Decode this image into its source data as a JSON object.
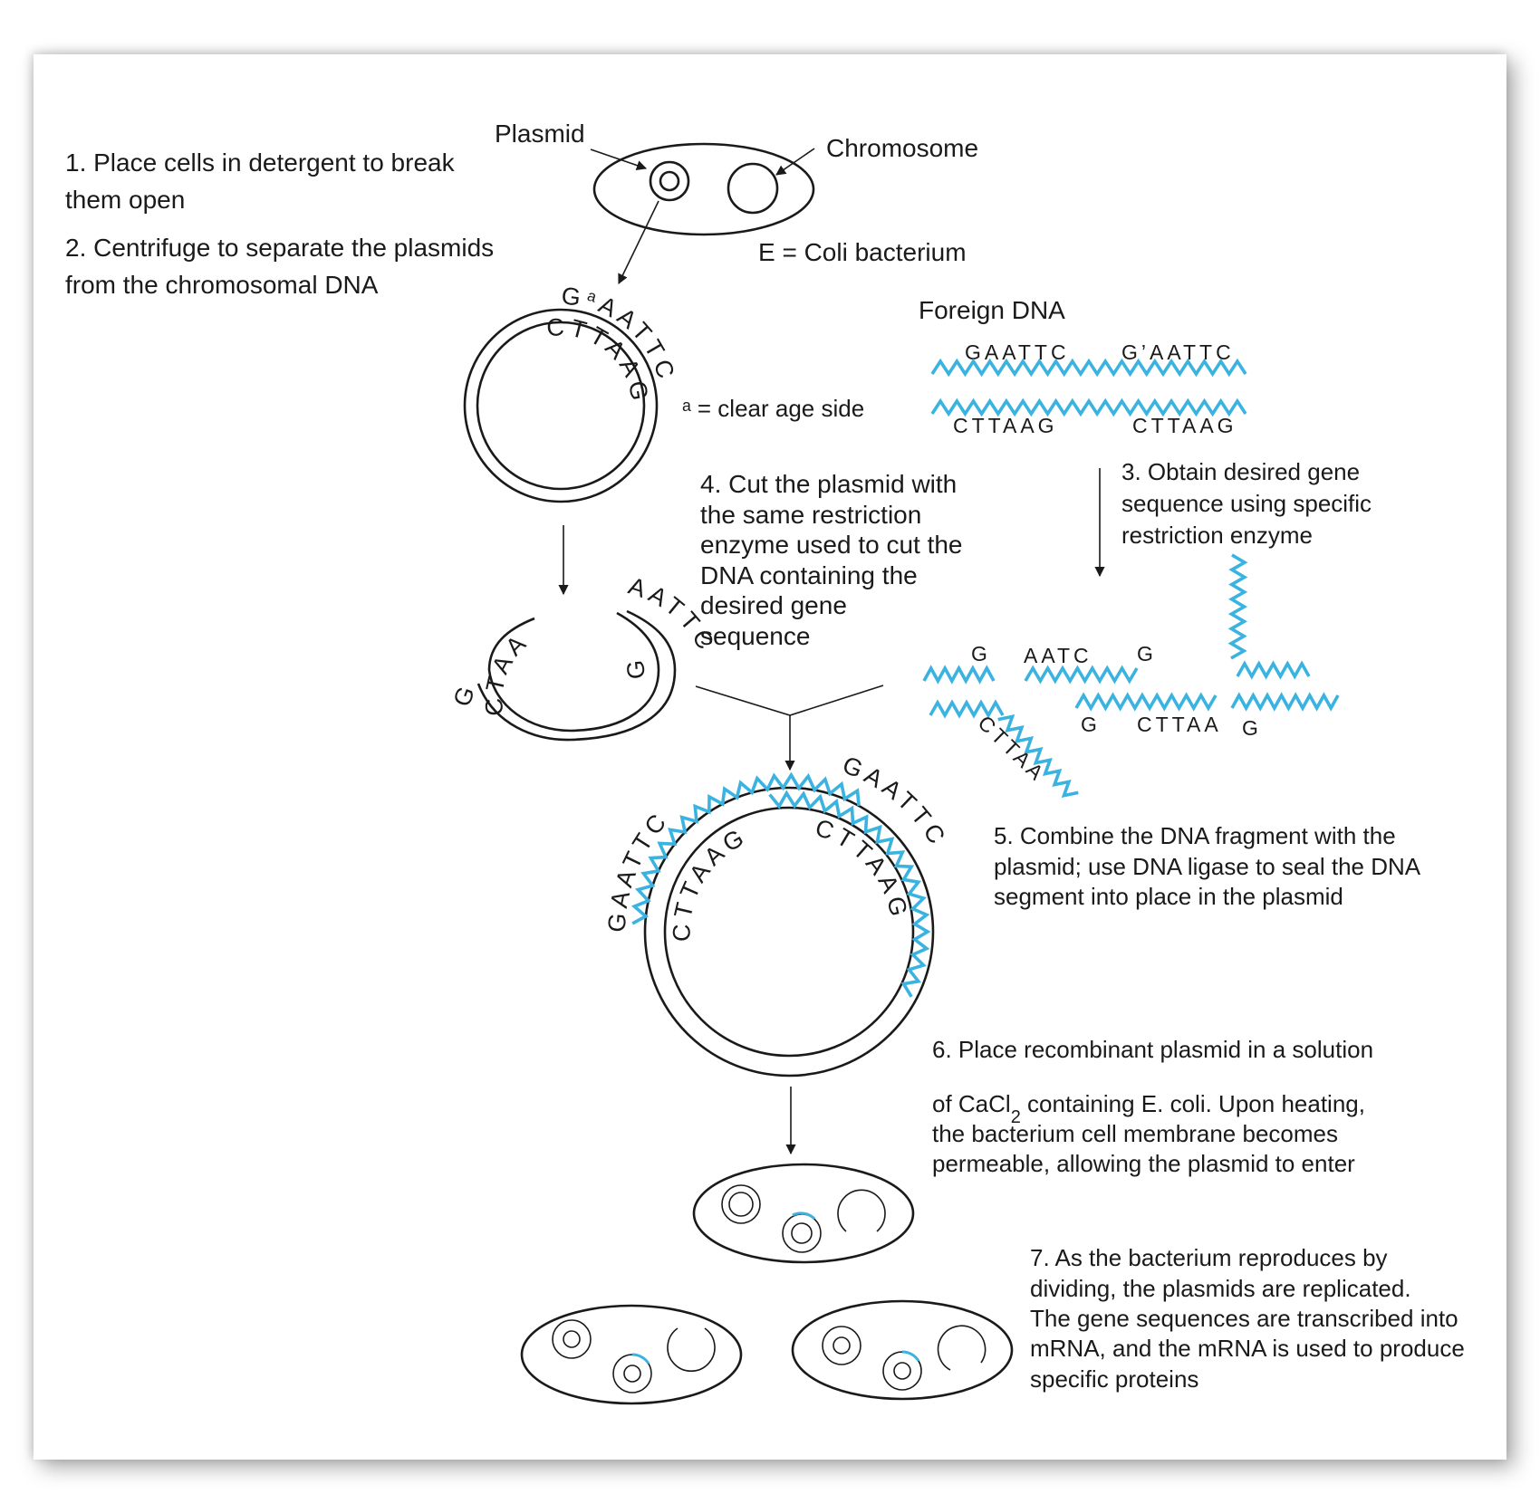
{
  "colors": {
    "dna_foreign": "#3bb3e0",
    "ink": "#1a1a1a",
    "background": "#ffffff"
  },
  "labels": {
    "plasmid": "Plasmid",
    "chromosome": "Chromosome",
    "ecoli": "E = Coli bacterium",
    "foreign_dna": "Foreign DNA",
    "footnote": "ᵃ = clear age side"
  },
  "steps": {
    "s1": [
      "1. Place cells in detergent to break",
      "them open"
    ],
    "s2": [
      "2. Centrifuge to separate the plasmids",
      "from the chromosomal DNA"
    ],
    "s3": [
      "3. Obtain desired gene",
      "sequence using specific",
      "restriction enzyme"
    ],
    "s4": [
      "4. Cut the plasmid with",
      "the same restriction",
      "enzyme used to cut the",
      "DNA containing the",
      "desired gene",
      "sequence"
    ],
    "s5": [
      "5. Combine the DNA fragment with the",
      "plasmid; use DNA ligase to seal the DNA",
      "segment into place in the plasmid"
    ],
    "s6_first": "6. Place recombinant plasmid in a solution",
    "s6_cacl_prefix": "of CaCl",
    "s6_cacl_sub": "2",
    "s6_cacl_rest": " containing E. coli. Upon heating,",
    "s6_rest": [
      "the bacterium cell membrane becomes",
      "permeable, allowing the plasmid to enter"
    ],
    "s7": [
      "7. As the bacterium reproduces by",
      "dividing, the plasmids are replicated.",
      "The gene sequences are transcribed into",
      "mRNA, and the mRNA is used to produce",
      "specific proteins"
    ]
  },
  "sequences": {
    "plasmid_outer_g": "G",
    "plasmid_outer_sup": "a",
    "plasmid_outer_rest": "AATTC",
    "plasmid_inner": "CTTAAG",
    "foreign_top_1": "GAATTC",
    "foreign_top_2": "G’AATTC",
    "foreign_bottom_1": "CTTAAG",
    "foreign_bottom_2": "CTTAAG",
    "cut_left_outer": "G",
    "cut_left_inner": "CTAA",
    "cut_right_outer": "AATTC",
    "cut_right_inner": "G",
    "frag_g1": "G",
    "frag_aatc": "AATC",
    "frag_g2": "G",
    "frag_cttaa_diag": "CTTAA",
    "frag_g3": "G",
    "frag_cttaa": "CTTAA",
    "frag_g4": "G",
    "recomb_outer_left": "GAATTC",
    "recomb_outer_right": "GAATTC",
    "recomb_inner_left": "CTTAAG",
    "recomb_inner_right": "CTTAAG"
  }
}
